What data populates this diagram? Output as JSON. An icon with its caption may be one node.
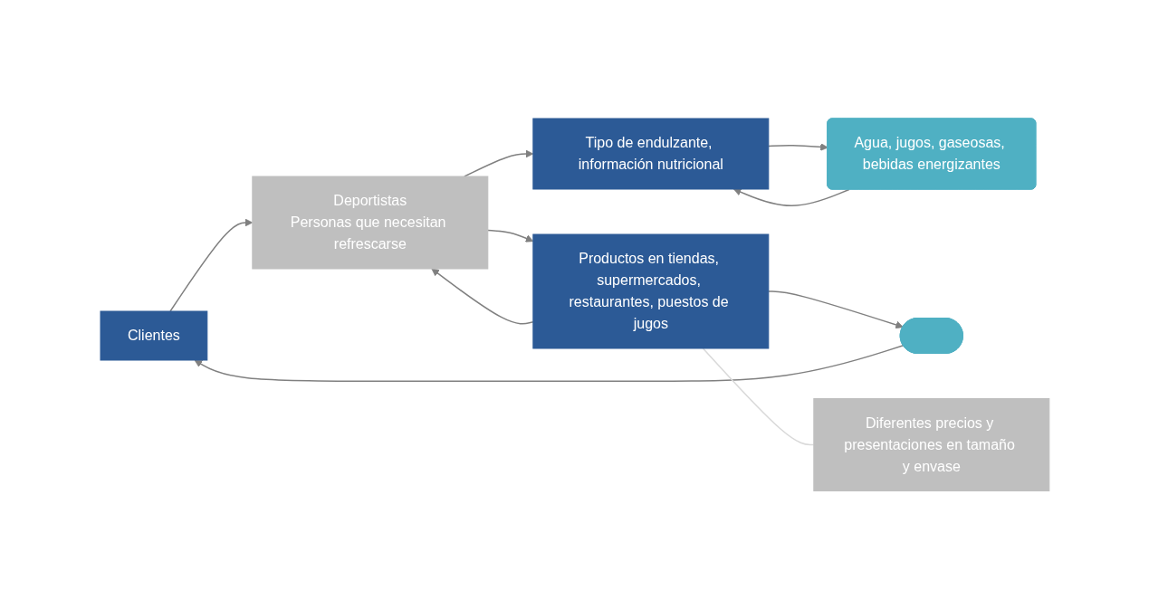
{
  "diagram": {
    "nodes": [
      {
        "text": [
          "Clientes"
        ]
      },
      {
        "text": [],
        "shape": "ellipse"
      },
      {
        "text": [
          "Deportistas",
          "Personas que necesitan refrescarse"
        ]
      },
      {
        "text": [
          "Tipo de endulzante, información nutricional"
        ]
      },
      {
        "text": [
          "Agua, jugos, gaseosas, bebidas energizantes"
        ]
      },
      {
        "text": [
          "Productos en tiendas, supermercados, restaurantes, puestos de jugos"
        ]
      },
      {
        "text": [
          "Diferentes precios y presentaciones en tamaño y envase"
        ]
      }
    ],
    "edges": [
      {
        "from": 1,
        "to": 0,
        "arrow": "to"
      },
      {
        "from": 0,
        "to": 2,
        "arrow": "to"
      },
      {
        "from": 2,
        "to": 3,
        "arrow": "to"
      },
      {
        "from": 3,
        "to": 4,
        "arrow": "to"
      },
      {
        "from": 4,
        "to": 3,
        "arrow": "to"
      },
      {
        "from": 2,
        "to": 5,
        "arrow": "to"
      },
      {
        "from": 5,
        "to": 1,
        "arrow": "to"
      },
      {
        "from": 5,
        "to": 2,
        "arrow": "to"
      },
      {
        "from": 5,
        "to": 6,
        "arrow": "none",
        "color": "#d9d9d9"
      }
    ]
  }
}
